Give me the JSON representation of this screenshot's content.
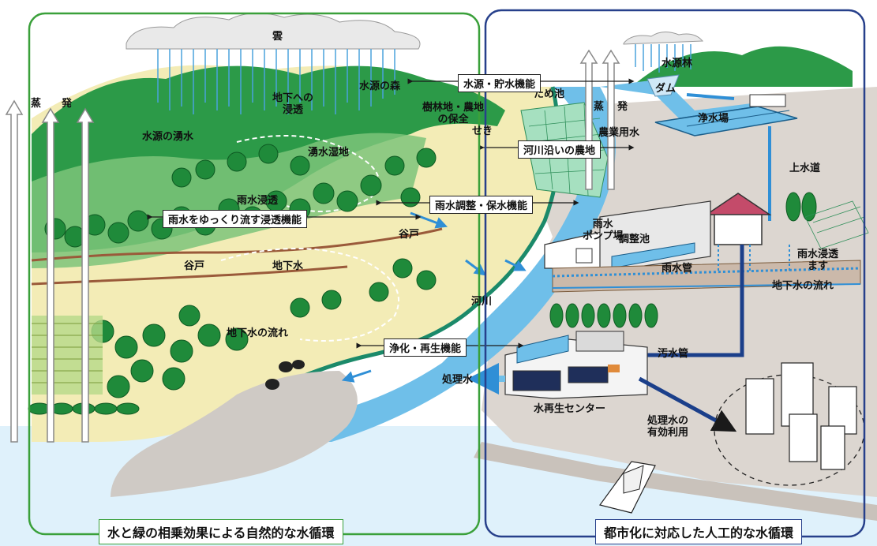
{
  "colors": {
    "natural_frame": "#3aa03a",
    "urban_frame": "#27408b",
    "water": "#5ab4e6",
    "forest": "#1f8a3a",
    "land": "#f3ecb6",
    "urban_ground": "#d9d4cf",
    "sea": "#dff1fb"
  },
  "labels": {
    "cloud": "雲",
    "evap_left_1": "蒸",
    "evap_left_2": "発",
    "evap_right_1": "蒸",
    "evap_right_2": "発",
    "forest_source": "水源の森",
    "groundwater_infiltration": "地下への\n浸透",
    "spring_water": "水源の湧水",
    "spring_wetland": "湧水湿地",
    "reservoir_pond": "ため池",
    "woodland_farmland": "樹林地・農地\nの保全",
    "weir": "せき",
    "agri_water": "農業用水",
    "water_forest": "水源林",
    "dam": "ダム",
    "water_plant": "浄水場",
    "water_supply": "上水道",
    "rain_infiltration": "雨水浸透",
    "yato_1": "谷戸",
    "yato_2": "谷戸",
    "groundwater": "地下水",
    "rain_pump": "雨水\nポンプ場",
    "regulating_pond": "調整池",
    "storm_pipe": "雨水管",
    "rain_infiltration_masu": "雨水浸透\nます",
    "groundwater_flow_right": "地下水の流れ",
    "river": "河川",
    "groundwater_flow_left": "地下水の流れ",
    "sewage_pipe": "汚水管",
    "treated_water": "処理水",
    "reclamation_center": "水再生センター",
    "effective_use": "処理水の\n有効利用"
  },
  "function_boxes": {
    "source_storage": "水源・貯水機能",
    "riverside_farmland": "河川沿いの農地",
    "slow_infiltration": "雨水をゆっくり流す浸透機能",
    "rain_regulation": "雨水調整・保水機能",
    "purification": "浄化・再生機能"
  },
  "footers": {
    "natural": "水と緑の相乗効果による自然的な水循環",
    "urban": "都市化に対応した人工的な水循環"
  }
}
